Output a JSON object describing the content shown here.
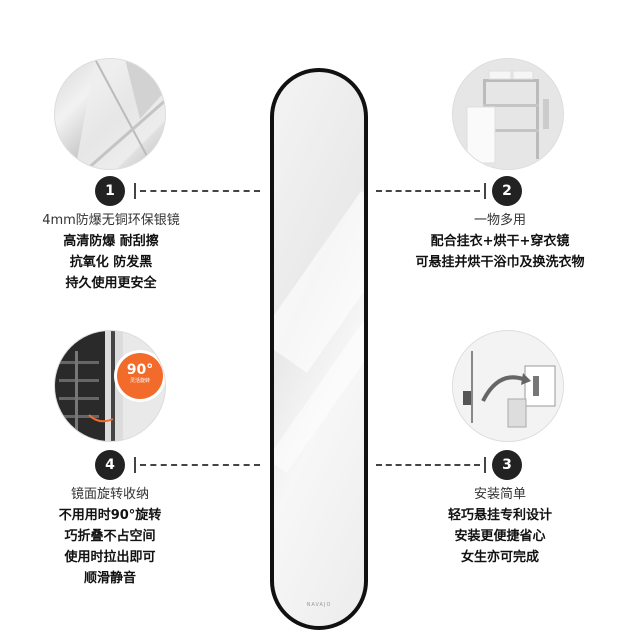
{
  "features": [
    {
      "number": "1",
      "title": "4mm防爆无铜环保银镜",
      "lines": [
        "高清防爆 耐刮擦",
        "抗氧化 防发黑",
        "持久使用更安全"
      ]
    },
    {
      "number": "2",
      "title": "一物多用",
      "lines": [
        "配合挂衣+烘干+穿衣镜",
        "可悬挂并烘干浴巾及换洗衣物"
      ]
    },
    {
      "number": "3",
      "title": "安装简单",
      "lines": [
        "轻巧悬挂专利设计",
        "安装更便捷省心",
        "女生亦可完成"
      ]
    },
    {
      "number": "4",
      "title": "镜面旋转收纳",
      "lines": [
        "不用用时90°旋转",
        "巧折叠不占空间",
        "使用时拉出即可",
        "顺滑静音"
      ]
    }
  ],
  "rotation_badge": {
    "value": "90°",
    "caption": "灵活旋转"
  },
  "mirror_brand": "NAVAJO"
}
